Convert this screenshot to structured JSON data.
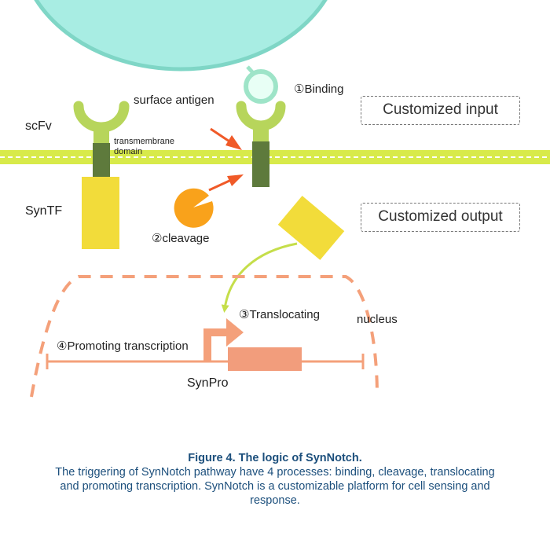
{
  "labels": {
    "scfv": "scFv",
    "surface_antigen": "surface  antigen",
    "transmembrane_line1": "transmembrane",
    "transmembrane_line2": "domain",
    "syntf": "SynTF",
    "binding": "①Binding",
    "cleavage": "②cleavage",
    "translocating": "③Translocating",
    "promoting": "④Promoting transcription",
    "nucleus": "nucleus",
    "synpro": "SynPro"
  },
  "boxes": {
    "input": "Customized input",
    "output": "Customized output"
  },
  "caption": {
    "title": "Figure 4. The logic of SynNotch.",
    "body": "The triggering of SynNotch pathway have 4 processes: binding, cleavage, translocating and promoting transcription. SynNotch is a customizable platform for cell sensing and response."
  },
  "colors": {
    "cell": "#a8ede3",
    "cell_border": "#7fd6c6",
    "antigen_fill": "#e8fff5",
    "antigen_ring": "#9ee4c8",
    "membrane": "#d8ea4a",
    "scfv": "#b7d55b",
    "transmembrane": "#5e7a3c",
    "syntf": "#f2dc3a",
    "protease": "#f9a21b",
    "arrow_red": "#f05a28",
    "arrow_green": "#c5de4a",
    "nucleus": "#f4a07a",
    "gene": "#f29d7c",
    "caption": "#1c4f7c"
  }
}
